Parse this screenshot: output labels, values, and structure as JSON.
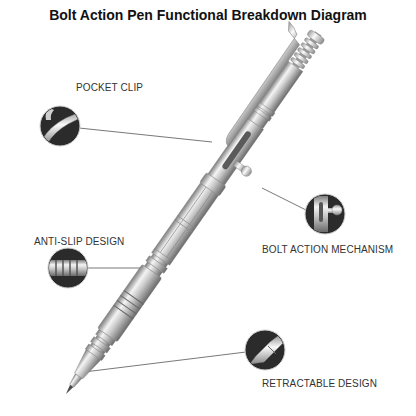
{
  "diagram": {
    "title": "Bolt Action Pen Functional Breakdown Diagram",
    "labels": [
      "POCKET CLIP",
      "ANTI-SLIP DESIGN",
      "BOLT ACTION MECHANISM",
      "RETRACTABLE DESIGN"
    ]
  }
}
